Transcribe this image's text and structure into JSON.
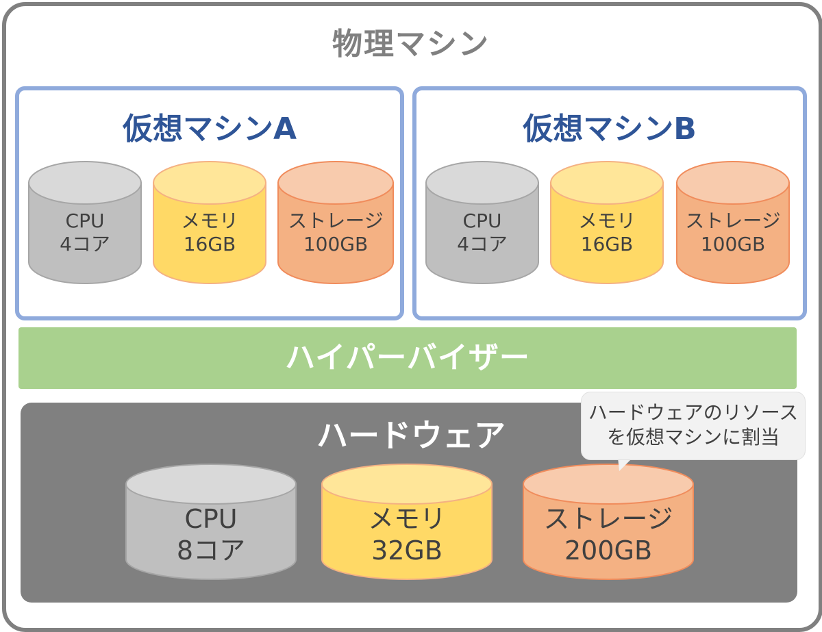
{
  "physical_machine": {
    "title": "物理マシン"
  },
  "vm_a": {
    "title": "仮想マシンA",
    "cpu": {
      "label": "CPU",
      "value": "4コア"
    },
    "memory": {
      "label": "メモリ",
      "value": "16GB"
    },
    "storage": {
      "label": "ストレージ",
      "value": "100GB"
    }
  },
  "vm_b": {
    "title": "仮想マシンB",
    "cpu": {
      "label": "CPU",
      "value": "4コア"
    },
    "memory": {
      "label": "メモリ",
      "value": "16GB"
    },
    "storage": {
      "label": "ストレージ",
      "value": "100GB"
    }
  },
  "hypervisor": {
    "title": "ハイパーバイザー"
  },
  "hardware": {
    "title": "ハードウェア",
    "cpu": {
      "label": "CPU",
      "value": "8コア"
    },
    "memory": {
      "label": "メモリ",
      "value": "32GB"
    },
    "storage": {
      "label": "ストレージ",
      "value": "200GB"
    }
  },
  "callout": {
    "line1": "ハードウェアのリソース",
    "line2": "を仮想マシンに割当"
  },
  "colors": {
    "cpu_fill": "#bfbfbf",
    "cpu_top": "#d9d9d9",
    "cpu_stroke": "#a6a6a6",
    "memory_fill": "#ffd966",
    "memory_top": "#ffe699",
    "memory_stroke": "#f4b183",
    "storage_fill": "#f4b183",
    "storage_top": "#f8cbad",
    "storage_stroke": "#f08c5c"
  }
}
